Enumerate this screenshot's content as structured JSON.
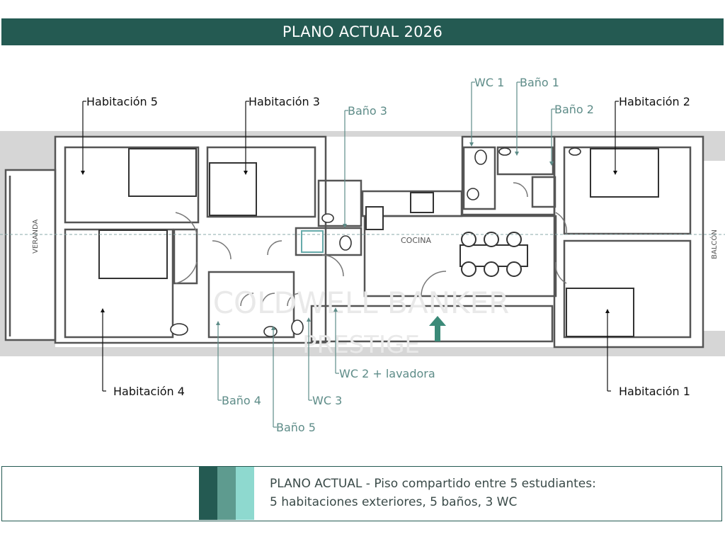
{
  "header": {
    "title": "PLANO ACTUAL 2026"
  },
  "watermark": {
    "line1": "COLDWELL BANKER",
    "line2": "PRESTIGE"
  },
  "plan": {
    "rooms": [
      {
        "id": "habitacion-5",
        "label": "Habitación 5"
      },
      {
        "id": "habitacion-3",
        "label": "Habitación 3"
      },
      {
        "id": "bano-3",
        "label": "Baño 3"
      },
      {
        "id": "wc-1",
        "label": "WC 1"
      },
      {
        "id": "bano-1",
        "label": "Baño 1"
      },
      {
        "id": "bano-2",
        "label": "Baño 2"
      },
      {
        "id": "habitacion-2",
        "label": "Habitación 2"
      },
      {
        "id": "habitacion-4",
        "label": "Habitación 4"
      },
      {
        "id": "bano-4",
        "label": "Baño 4"
      },
      {
        "id": "bano-5",
        "label": "Baño 5"
      },
      {
        "id": "wc-3",
        "label": "WC 3"
      },
      {
        "id": "wc-2-lavadora",
        "label": "WC 2 + lavadora"
      },
      {
        "id": "habitacion-1",
        "label": "Habitación 1"
      }
    ],
    "inner_labels": {
      "cocina": "COCINA",
      "veranda": "VERANDA",
      "balcon": "BALCÓN"
    }
  },
  "footer": {
    "line1": "PLANO ACTUAL - Piso compartido entre 5 estudiantes:",
    "line2": "5 habitaciones exteriores, 5 baños, 3 WC"
  },
  "colors": {
    "header": "#245a52",
    "swatch_dark": "#245a52",
    "swatch_mid": "#5e9b8f",
    "swatch_light": "#8ed9cf",
    "bathroom_label": "#5e8c88",
    "room_label": "#111111",
    "entry_arrow": "#3b8a78"
  },
  "icons": [
    "entrance-arrow-icon"
  ]
}
